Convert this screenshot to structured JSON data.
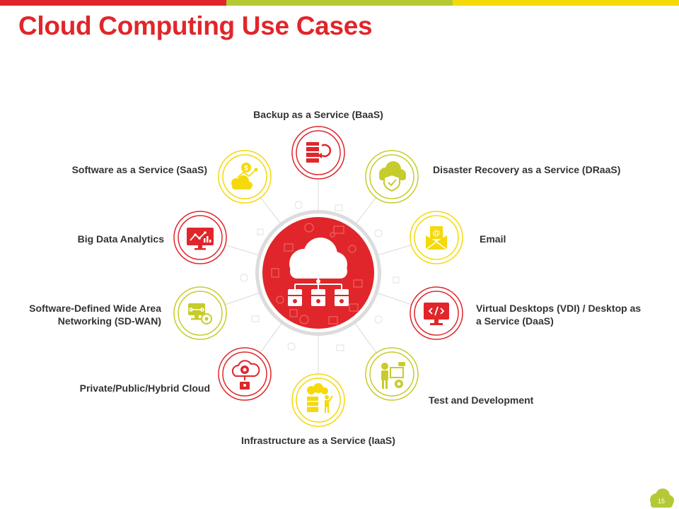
{
  "slide": {
    "title": "Cloud Computing Use Cases",
    "page_number": "15"
  },
  "colors": {
    "red": "#e0262a",
    "yellow": "#f5d90a",
    "olive": "#c6cc2c",
    "top_bar": [
      "#e0262a",
      "#b5c934",
      "#f5d90a"
    ]
  },
  "center": {
    "icon": "cloud-network-icon",
    "color": "#e0262a"
  },
  "use_cases": [
    {
      "label": "Backup as a Service (BaaS)",
      "icon": "server-backup-icon",
      "color": "red"
    },
    {
      "label": "Disaster Recovery as a Service (DRaaS)",
      "icon": "cloud-shield-icon",
      "color": "olive"
    },
    {
      "label": "Email",
      "icon": "envelope-icon",
      "color": "yellow"
    },
    {
      "label": "Virtual Desktops (VDI) / Desktop as a Service (DaaS)",
      "icon": "monitor-code-icon",
      "color": "red"
    },
    {
      "label": "Test and Development",
      "icon": "developer-gear-icon",
      "color": "olive"
    },
    {
      "label": "Infrastructure as a Service (IaaS)",
      "icon": "server-racks-icon",
      "color": "yellow"
    },
    {
      "label": "Private/Public/Hybrid Cloud",
      "icon": "cloud-gear-lock-icon",
      "color": "red"
    },
    {
      "label": "Software-Defined Wide Area Networking (SD-WAN)",
      "icon": "network-monitor-icon",
      "color": "olive"
    },
    {
      "label": "Big Data Analytics",
      "icon": "analytics-monitor-icon",
      "color": "red"
    },
    {
      "label": "Software as a Service (SaaS)",
      "icon": "cloud-dollar-icon",
      "color": "yellow"
    }
  ]
}
